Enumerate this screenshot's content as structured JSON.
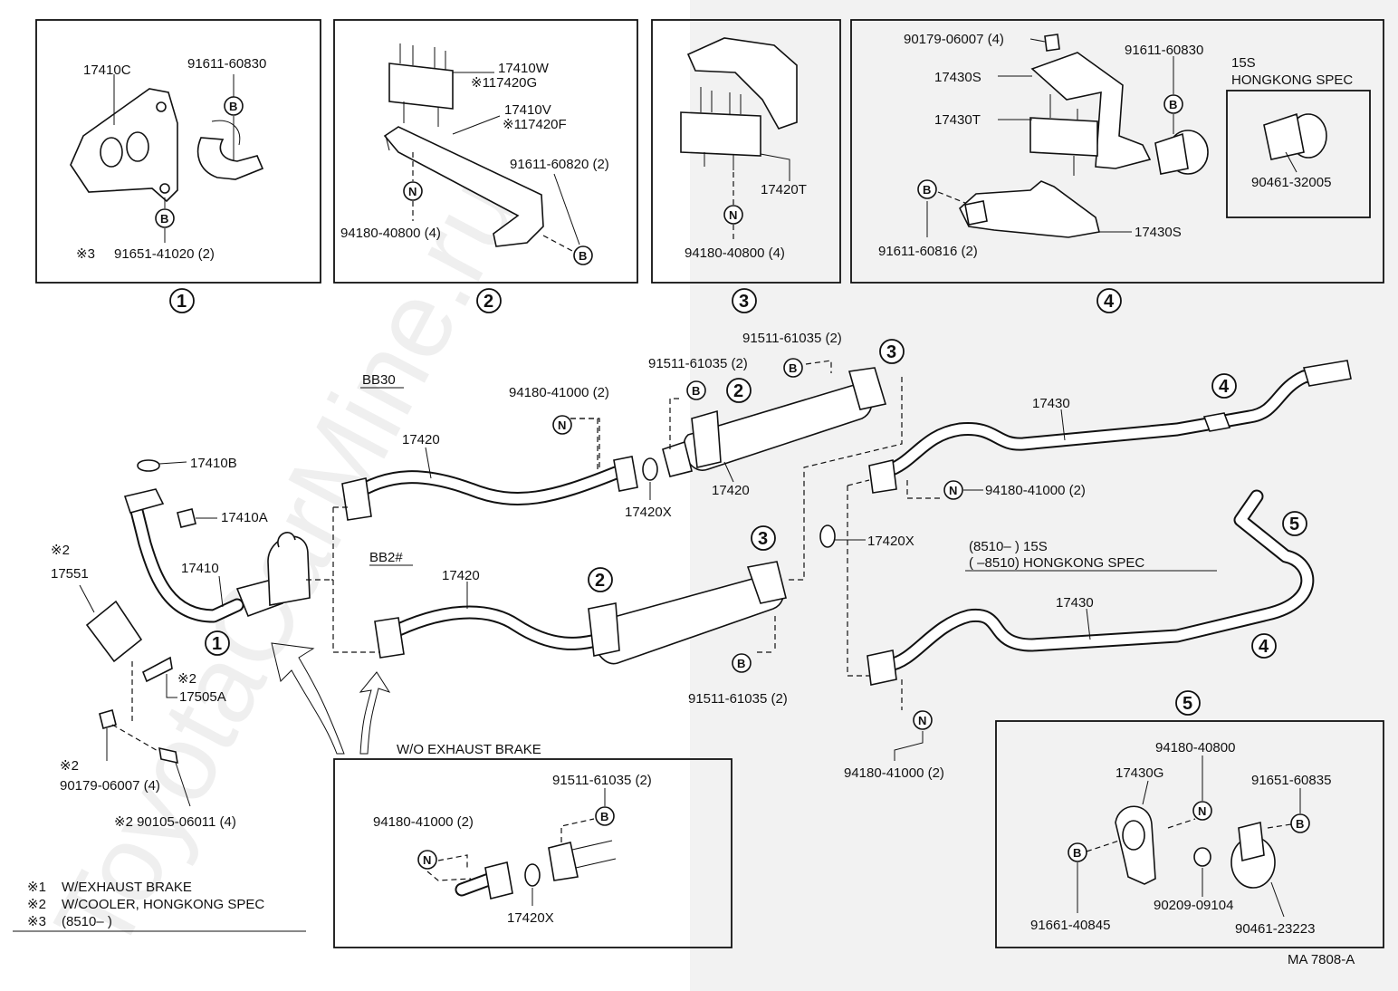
{
  "watermark": "ToyotaCarMine.ru",
  "figure_code": "MA 7808-A",
  "symbols": {
    "bolt": "B",
    "nut": "N"
  },
  "callout_numbers": [
    "1",
    "2",
    "3",
    "4",
    "5"
  ],
  "panel1": {
    "parts": [
      "17410C",
      "91611-60830",
      "91651-41020 (2)"
    ],
    "note_mark": "※3"
  },
  "panel2": {
    "parts": [
      "17410W",
      "※117420G",
      "17410V",
      "※117420F",
      "91611-60820 (2)",
      "94180-40800 (4)"
    ]
  },
  "panel3": {
    "parts": [
      "17420T",
      "94180-40800 (4)"
    ]
  },
  "panel4": {
    "parts": [
      "90179-06007 (4)",
      "91611-60830",
      "17430S",
      "17430T",
      "91611-60816 (2)",
      "17430S"
    ],
    "sub_title_line1": "15S",
    "sub_title_line2": "HONGKONG SPEC",
    "sub_part": "90461-32005"
  },
  "main": {
    "variant_bb30": "BB30",
    "variant_bb2": "BB2#",
    "labels": {
      "17410B": "17410B",
      "17410A": "17410A",
      "17410": "17410",
      "17551": "17551",
      "17505A": "17505A",
      "mark2a": "※2",
      "mark2b": "※2",
      "mark2c": "※2",
      "p90179": "90179-06007 (4)",
      "p90105": "※2 90105-06011 (4)",
      "top17420": "17420",
      "top94180": "94180-41000 (2)",
      "top17420x": "17420X",
      "b91511a": "91511-61035 (2)",
      "b91511b": "91511-61035 (2)",
      "mufflerTop": "17420",
      "bot17420": "17420",
      "mid17420x": "17420X",
      "b91511c": "91511-61035 (2)",
      "tail17430a": "17430",
      "n94180a": "94180-41000 (2)",
      "tail17430b": "17430",
      "n94180b": "94180-41000 (2)",
      "spec1": "(8510–       ) 15S",
      "spec2": "(        –8510) HONGKONG SPEC"
    }
  },
  "wo_exhaust_brake": {
    "title": "W/O EXHAUST BRAKE",
    "parts": [
      "91511-61035 (2)",
      "94180-41000 (2)",
      "17420X"
    ]
  },
  "panel5": {
    "parts": [
      "94180-40800",
      "17430G",
      "91651-60835",
      "91661-40845",
      "90209-09104",
      "90461-23223"
    ]
  },
  "notes": [
    {
      "mark": "※1",
      "text": "W/EXHAUST BRAKE"
    },
    {
      "mark": "※2",
      "text": "W/COOLER, HONGKONG SPEC"
    },
    {
      "mark": "※3",
      "text": "(8510–         )"
    }
  ]
}
